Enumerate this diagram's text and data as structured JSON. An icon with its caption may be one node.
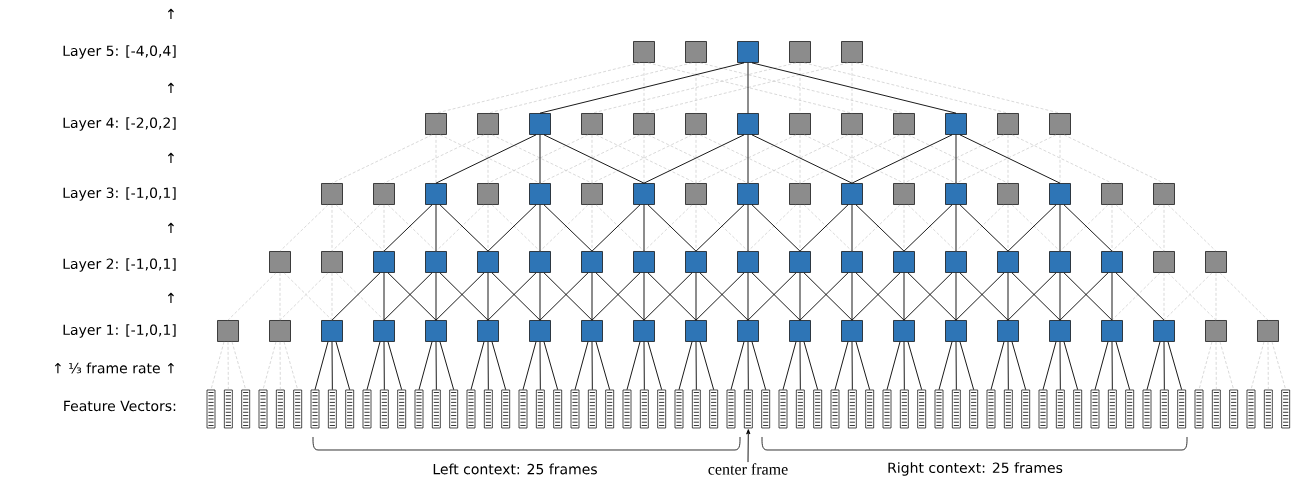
{
  "diagram": {
    "nodes": [
      {
        "text": [],
        "shape": "box"
      },
      {
        "text": [],
        "shape": "box"
      },
      {
        "text": [],
        "shape": "box"
      },
      {
        "text": [],
        "shape": "box"
      },
      {
        "text": [],
        "shape": "box"
      },
      {
        "text": [],
        "shape": "box"
      },
      {
        "text": [],
        "shape": "box"
      },
      {
        "text": [],
        "shape": "box"
      },
      {
        "text": [],
        "shape": "box"
      },
      {
        "text": [],
        "shape": "box"
      },
      {
        "text": [],
        "shape": "box"
      },
      {
        "text": [],
        "shape": "box"
      },
      {
        "text": [],
        "shape": "box"
      },
      {
        "text": [],
        "shape": "box"
      },
      {
        "text": [],
        "shape": "box"
      },
      {
        "text": [],
        "shape": "box"
      },
      {
        "text": [],
        "shape": "box"
      },
      {
        "text": [],
        "shape": "box"
      },
      {
        "text": [],
        "shape": "box"
      },
      {
        "text": [],
        "shape": "box"
      },
      {
        "text": [],
        "shape": "box"
      },
      {
        "text": [],
        "shape": "box"
      },
      {
        "text": [],
        "shape": "box"
      },
      {
        "text": [],
        "shape": "box"
      },
      {
        "text": [],
        "shape": "box"
      },
      {
        "text": [],
        "shape": "box"
      },
      {
        "text": [],
        "shape": "box"
      },
      {
        "text": [],
        "shape": "box"
      },
      {
        "text": [],
        "shape": "box"
      },
      {
        "text": [],
        "shape": "box"
      },
      {
        "text": [],
        "shape": "box"
      },
      {
        "text": [],
        "shape": "box"
      },
      {
        "text": [],
        "shape": "box"
      },
      {
        "text": [],
        "shape": "box"
      },
      {
        "text": [],
        "shape": "box"
      },
      {
        "text": [],
        "shape": "box"
      },
      {
        "text": [],
        "shape": "box"
      },
      {
        "text": [],
        "shape": "box"
      },
      {
        "text": [],
        "shape": "box"
      },
      {
        "text": [],
        "shape": "box"
      },
      {
        "text": [],
        "shape": "box"
      },
      {
        "text": [],
        "shape": "box"
      },
      {
        "text": [],
        "shape": "box"
      },
      {
        "text": [],
        "shape": "box"
      },
      {
        "text": [],
        "shape": "box"
      },
      {
        "text": [],
        "shape": "box"
      },
      {
        "text": [],
        "shape": "box"
      },
      {
        "text": [],
        "shape": "box"
      },
      {
        "text": [],
        "shape": "box"
      },
      {
        "text": [],
        "shape": "box"
      },
      {
        "text": [],
        "shape": "box"
      },
      {
        "text": [],
        "shape": "box"
      },
      {
        "text": [],
        "shape": "box"
      },
      {
        "text": [],
        "shape": "box"
      },
      {
        "text": [],
        "shape": "box"
      },
      {
        "text": [],
        "shape": "box"
      },
      {
        "text": [],
        "shape": "box"
      },
      {
        "text": [],
        "shape": "box"
      },
      {
        "text": [],
        "shape": "box"
      },
      {
        "text": [],
        "shape": "box"
      },
      {
        "text": [],
        "shape": "box"
      },
      {
        "text": [],
        "shape": "box"
      },
      {
        "text": [],
        "shape": "box"
      },
      {
        "text": [],
        "shape": "box"
      },
      {
        "text": [],
        "shape": "box"
      },
      {
        "text": [],
        "shape": "box"
      },
      {
        "text": [],
        "shape": "box"
      },
      {
        "text": [],
        "shape": "box"
      },
      {
        "text": [],
        "shape": "box"
      },
      {
        "text": [],
        "shape": "box"
      },
      {
        "text": [],
        "shape": "box"
      },
      {
        "text": [],
        "shape": "box"
      },
      {
        "text": [],
        "shape": "box"
      },
      {
        "text": [],
        "shape": "box"
      },
      {
        "text": [],
        "shape": "box"
      },
      {
        "text": [],
        "shape": "bar"
      },
      {
        "text": [],
        "shape": "bar"
      },
      {
        "text": [],
        "shape": "bar"
      },
      {
        "text": [],
        "shape": "bar"
      },
      {
        "text": [],
        "shape": "bar"
      },
      {
        "text": [],
        "shape": "bar"
      },
      {
        "text": [],
        "shape": "bar"
      },
      {
        "text": [],
        "shape": "bar"
      },
      {
        "text": [],
        "shape": "bar"
      },
      {
        "text": [],
        "shape": "bar"
      },
      {
        "text": [],
        "shape": "bar"
      },
      {
        "text": [],
        "shape": "bar"
      },
      {
        "text": [],
        "shape": "bar"
      },
      {
        "text": [],
        "shape": "bar"
      },
      {
        "text": [],
        "shape": "bar"
      },
      {
        "text": [],
        "shape": "bar"
      },
      {
        "text": [],
        "shape": "bar"
      },
      {
        "text": [],
        "shape": "bar"
      },
      {
        "text": [],
        "shape": "bar"
      },
      {
        "text": [],
        "shape": "bar"
      },
      {
        "text": [],
        "shape": "bar"
      },
      {
        "text": [],
        "shape": "bar"
      },
      {
        "text": [],
        "shape": "bar"
      },
      {
        "text": [],
        "shape": "bar"
      },
      {
        "text": [],
        "shape": "bar"
      },
      {
        "text": [],
        "shape": "bar"
      },
      {
        "text": [],
        "shape": "bar"
      },
      {
        "text": [],
        "shape": "bar"
      },
      {
        "text": [],
        "shape": "bar"
      },
      {
        "text": [],
        "shape": "bar"
      },
      {
        "text": [],
        "shape": "bar"
      },
      {
        "text": [],
        "shape": "bar"
      },
      {
        "text": [],
        "shape": "bar"
      },
      {
        "text": [],
        "shape": "bar"
      },
      {
        "text": [],
        "shape": "bar"
      },
      {
        "text": [],
        "shape": "bar"
      },
      {
        "text": [],
        "shape": "bar"
      },
      {
        "text": [],
        "shape": "bar"
      },
      {
        "text": [],
        "shape": "bar"
      },
      {
        "text": [],
        "shape": "bar"
      },
      {
        "text": [],
        "shape": "bar"
      },
      {
        "text": [],
        "shape": "bar"
      },
      {
        "text": [],
        "shape": "bar"
      },
      {
        "text": [],
        "shape": "bar"
      },
      {
        "text": [],
        "shape": "bar"
      },
      {
        "text": [],
        "shape": "bar"
      },
      {
        "text": [],
        "shape": "bar"
      },
      {
        "text": [],
        "shape": "bar"
      },
      {
        "text": [],
        "shape": "bar"
      },
      {
        "text": [],
        "shape": "bar"
      },
      {
        "text": [],
        "shape": "bar"
      },
      {
        "text": [],
        "shape": "bar"
      },
      {
        "text": [],
        "shape": "bar"
      },
      {
        "text": [],
        "shape": "bar"
      },
      {
        "text": [],
        "shape": "bar"
      },
      {
        "text": [],
        "shape": "bar"
      },
      {
        "text": [],
        "shape": "bar"
      },
      {
        "text": [],
        "shape": "bar"
      },
      {
        "text": [],
        "shape": "bar"
      },
      {
        "text": [],
        "shape": "bar"
      },
      {
        "text": [],
        "shape": "bar"
      },
      {
        "text": [],
        "shape": "bar"
      },
      {
        "text": [],
        "shape": "bar"
      },
      {
        "text": [
          "center frame"
        ]
      }
    ],
    "edges": [
      {
        "from": 0,
        "to": 5,
        "arrow": "none",
        "style": "dashed",
        "color": "#bfbfbf"
      },
      {
        "from": 0,
        "to": 9,
        "arrow": "none",
        "style": "dashed",
        "color": "#bfbfbf"
      },
      {
        "from": 0,
        "to": 13,
        "arrow": "none",
        "style": "dashed",
        "color": "#bfbfbf"
      },
      {
        "from": 1,
        "to": 6,
        "arrow": "none",
        "style": "dashed",
        "color": "#bfbfbf"
      },
      {
        "from": 1,
        "to": 10,
        "arrow": "none",
        "style": "dashed",
        "color": "#bfbfbf"
      },
      {
        "from": 1,
        "to": 14,
        "arrow": "none",
        "style": "dashed",
        "color": "#bfbfbf"
      },
      {
        "from": 2,
        "to": 7,
        "arrow": "none"
      },
      {
        "from": 2,
        "to": 11,
        "arrow": "none"
      },
      {
        "from": 2,
        "to": 15,
        "arrow": "none"
      },
      {
        "from": 3,
        "to": 8,
        "arrow": "none",
        "style": "dashed",
        "color": "#bfbfbf"
      },
      {
        "from": 3,
        "to": 12,
        "arrow": "none",
        "style": "dashed",
        "color": "#bfbfbf"
      },
      {
        "from": 3,
        "to": 16,
        "arrow": "none",
        "style": "dashed",
        "color": "#bfbfbf"
      },
      {
        "from": 4,
        "to": 9,
        "arrow": "none",
        "style": "dashed",
        "color": "#bfbfbf"
      },
      {
        "from": 4,
        "to": 13,
        "arrow": "none",
        "style": "dashed",
        "color": "#bfbfbf"
      },
      {
        "from": 4,
        "to": 17,
        "arrow": "none",
        "style": "dashed",
        "color": "#bfbfbf"
      },
      {
        "from": 5,
        "to": 18,
        "arrow": "none",
        "style": "dashed",
        "color": "#bfbfbf"
      },
      {
        "from": 5,
        "to": 20,
        "arrow": "none",
        "style": "dashed",
        "color": "#bfbfbf"
      },
      {
        "from": 5,
        "to": 22,
        "arrow": "none",
        "style": "dashed",
        "color": "#bfbfbf"
      },
      {
        "from": 6,
        "to": 19,
        "arrow": "none",
        "style": "dashed",
        "color": "#bfbfbf"
      },
      {
        "from": 6,
        "to": 21,
        "arrow": "none",
        "style": "dashed",
        "color": "#bfbfbf"
      },
      {
        "from": 6,
        "to": 23,
        "arrow": "none",
        "style": "dashed",
        "color": "#bfbfbf"
      },
      {
        "from": 7,
        "to": 20,
        "arrow": "none"
      },
      {
        "from": 7,
        "to": 22,
        "arrow": "none"
      },
      {
        "from": 7,
        "to": 24,
        "arrow": "none"
      },
      {
        "from": 8,
        "to": 21,
        "arrow": "none",
        "style": "dashed",
        "color": "#bfbfbf"
      },
      {
        "from": 8,
        "to": 23,
        "arrow": "none",
        "style": "dashed",
        "color": "#bfbfbf"
      },
      {
        "from": 8,
        "to": 25,
        "arrow": "none",
        "style": "dashed",
        "color": "#bfbfbf"
      },
      {
        "from": 9,
        "to": 22,
        "arrow": "none",
        "style": "dashed",
        "color": "#bfbfbf"
      },
      {
        "from": 9,
        "to": 24,
        "arrow": "none",
        "style": "dashed",
        "color": "#bfbfbf"
      },
      {
        "from": 9,
        "to": 26,
        "arrow": "none",
        "style": "dashed",
        "color": "#bfbfbf"
      },
      {
        "from": 10,
        "to": 23,
        "arrow": "none",
        "style": "dashed",
        "color": "#bfbfbf"
      },
      {
        "from": 10,
        "to": 25,
        "arrow": "none",
        "style": "dashed",
        "color": "#bfbfbf"
      },
      {
        "from": 10,
        "to": 27,
        "arrow": "none",
        "style": "dashed",
        "color": "#bfbfbf"
      },
      {
        "from": 11,
        "to": 24,
        "arrow": "none"
      },
      {
        "from": 11,
        "to": 26,
        "arrow": "none"
      },
      {
        "from": 11,
        "to": 28,
        "arrow": "none"
      },
      {
        "from": 12,
        "to": 25,
        "arrow": "none",
        "style": "dashed",
        "color": "#bfbfbf"
      },
      {
        "from": 12,
        "to": 27,
        "arrow": "none",
        "style": "dashed",
        "color": "#bfbfbf"
      },
      {
        "from": 12,
        "to": 29,
        "arrow": "none",
        "style": "dashed",
        "color": "#bfbfbf"
      },
      {
        "from": 13,
        "to": 26,
        "arrow": "none",
        "style": "dashed",
        "color": "#bfbfbf"
      },
      {
        "from": 13,
        "to": 28,
        "arrow": "none",
        "style": "dashed",
        "color": "#bfbfbf"
      },
      {
        "from": 13,
        "to": 30,
        "arrow": "none",
        "style": "dashed",
        "color": "#bfbfbf"
      },
      {
        "from": 14,
        "to": 27,
        "arrow": "none",
        "style": "dashed",
        "color": "#bfbfbf"
      },
      {
        "from": 14,
        "to": 29,
        "arrow": "none",
        "style": "dashed",
        "color": "#bfbfbf"
      },
      {
        "from": 14,
        "to": 31,
        "arrow": "none",
        "style": "dashed",
        "color": "#bfbfbf"
      },
      {
        "from": 15,
        "to": 28,
        "arrow": "none"
      },
      {
        "from": 15,
        "to": 30,
        "arrow": "none"
      },
      {
        "from": 15,
        "to": 32,
        "arrow": "none"
      },
      {
        "from": 16,
        "to": 29,
        "arrow": "none",
        "style": "dashed",
        "color": "#bfbfbf"
      },
      {
        "from": 16,
        "to": 31,
        "arrow": "none",
        "style": "dashed",
        "color": "#bfbfbf"
      },
      {
        "from": 16,
        "to": 33,
        "arrow": "none",
        "style": "dashed",
        "color": "#bfbfbf"
      },
      {
        "from": 17,
        "to": 30,
        "arrow": "none",
        "style": "dashed",
        "color": "#bfbfbf"
      },
      {
        "from": 17,
        "to": 32,
        "arrow": "none",
        "style": "dashed",
        "color": "#bfbfbf"
      },
      {
        "from": 17,
        "to": 34,
        "arrow": "none",
        "style": "dashed",
        "color": "#bfbfbf"
      },
      {
        "from": 18,
        "to": 35,
        "arrow": "none",
        "style": "dashed",
        "color": "#bfbfbf"
      },
      {
        "from": 18,
        "to": 36,
        "arrow": "none",
        "style": "dashed",
        "color": "#bfbfbf"
      },
      {
        "from": 18,
        "to": 37,
        "arrow": "none",
        "style": "dashed",
        "color": "#bfbfbf"
      },
      {
        "from": 19,
        "to": 36,
        "arrow": "none",
        "style": "dashed",
        "color": "#bfbfbf"
      },
      {
        "from": 19,
        "to": 37,
        "arrow": "none",
        "style": "dashed",
        "color": "#bfbfbf"
      },
      {
        "from": 19,
        "to": 38,
        "arrow": "none",
        "style": "dashed",
        "color": "#bfbfbf"
      },
      {
        "from": 20,
        "to": 37,
        "arrow": "none"
      },
      {
        "from": 20,
        "to": 38,
        "arrow": "none"
      },
      {
        "from": 20,
        "to": 39,
        "arrow": "none"
      },
      {
        "from": 21,
        "to": 38,
        "arrow": "none",
        "style": "dashed",
        "color": "#bfbfbf"
      },
      {
        "from": 21,
        "to": 39,
        "arrow": "none",
        "style": "dashed",
        "color": "#bfbfbf"
      },
      {
        "from": 21,
        "to": 40,
        "arrow": "none",
        "style": "dashed",
        "color": "#bfbfbf"
      },
      {
        "from": 22,
        "to": 39,
        "arrow": "none"
      },
      {
        "from": 22,
        "to": 40,
        "arrow": "none"
      },
      {
        "from": 22,
        "to": 41,
        "arrow": "none"
      },
      {
        "from": 23,
        "to": 40,
        "arrow": "none",
        "style": "dashed",
        "color": "#bfbfbf"
      },
      {
        "from": 23,
        "to": 41,
        "arrow": "none",
        "style": "dashed",
        "color": "#bfbfbf"
      },
      {
        "from": 23,
        "to": 42,
        "arrow": "none",
        "style": "dashed",
        "color": "#bfbfbf"
      },
      {
        "from": 24,
        "to": 41,
        "arrow": "none"
      },
      {
        "from": 24,
        "to": 42,
        "arrow": "none"
      },
      {
        "from": 24,
        "to": 43,
        "arrow": "none"
      },
      {
        "from": 25,
        "to": 42,
        "arrow": "none",
        "style": "dashed",
        "color": "#bfbfbf"
      },
      {
        "from": 25,
        "to": 43,
        "arrow": "none",
        "style": "dashed",
        "color": "#bfbfbf"
      },
      {
        "from": 25,
        "to": 44,
        "arrow": "none",
        "style": "dashed",
        "color": "#bfbfbf"
      },
      {
        "from": 26,
        "to": 43,
        "arrow": "none"
      },
      {
        "from": 26,
        "to": 44,
        "arrow": "none"
      },
      {
        "from": 26,
        "to": 45,
        "arrow": "none"
      },
      {
        "from": 27,
        "to": 44,
        "arrow": "none",
        "style": "dashed",
        "color": "#bfbfbf"
      },
      {
        "from": 27,
        "to": 45,
        "arrow": "none",
        "style": "dashed",
        "color": "#bfbfbf"
      },
      {
        "from": 27,
        "to": 46,
        "arrow": "none",
        "style": "dashed",
        "color": "#bfbfbf"
      },
      {
        "from": 28,
        "to": 45,
        "arrow": "none"
      },
      {
        "from": 28,
        "to": 46,
        "arrow": "none"
      },
      {
        "from": 28,
        "to": 47,
        "arrow": "none"
      },
      {
        "from": 29,
        "to": 46,
        "arrow": "none",
        "style": "dashed",
        "color": "#bfbfbf"
      },
      {
        "from": 29,
        "to": 47,
        "arrow": "none",
        "style": "dashed",
        "color": "#bfbfbf"
      },
      {
        "from": 29,
        "to": 48,
        "arrow": "none",
        "style": "dashed",
        "color": "#bfbfbf"
      },
      {
        "from": 30,
        "to": 47,
        "arrow": "none"
      },
      {
        "from": 30,
        "to": 48,
        "arrow": "none"
      },
      {
        "from": 30,
        "to": 49,
        "arrow": "none"
      },
      {
        "from": 31,
        "to": 48,
        "arrow": "none",
        "style": "dashed",
        "color": "#bfbfbf"
      },
      {
        "from": 31,
        "to": 49,
        "arrow": "none",
        "style": "dashed",
        "color": "#bfbfbf"
      },
      {
        "from": 31,
        "to": 50,
        "arrow": "none",
        "style": "dashed",
        "color": "#bfbfbf"
      },
      {
        "from": 32,
        "to": 49,
        "arrow": "none"
      },
      {
        "from": 32,
        "to": 50,
        "arrow": "none"
      },
      {
        "from": 32,
        "to": 51,
        "arrow": "none"
      },
      {
        "from": 33,
        "to": 50,
        "arrow": "none",
        "style": "dashed",
        "color": "#bfbfbf"
      },
      {
        "from": 33,
        "to": 51,
        "arrow": "none",
        "style": "dashed",
        "color": "#bfbfbf"
      },
      {
        "from": 33,
        "to": 52,
        "arrow": "none",
        "style": "dashed",
        "color": "#bfbfbf"
      },
      {
        "from": 34,
        "to": 51,
        "arrow": "none",
        "style": "dashed",
        "color": "#bfbfbf"
      },
      {
        "from": 34,
        "to": 52,
        "arrow": "none",
        "style": "dashed",
        "color": "#bfbfbf"
      },
      {
        "from": 34,
        "to": 53,
        "arrow": "none",
        "style": "dashed",
        "color": "#bfbfbf"
      },
      {
        "from": 35,
        "to": 54,
        "arrow": "none",
        "style": "dashed",
        "color": "#bfbfbf"
      },
      {
        "from": 35,
        "to": 55,
        "arrow": "none",
        "style": "dashed",
        "color": "#bfbfbf"
      },
      {
        "from": 35,
        "to": 56,
        "arrow": "none",
        "style": "dashed",
        "color": "#bfbfbf"
      },
      {
        "from": 36,
        "to": 55,
        "arrow": "none",
        "style": "dashed",
        "color": "#bfbfbf"
      },
      {
        "from": 36,
        "to": 56,
        "arrow": "none",
        "style": "dashed",
        "color": "#bfbfbf"
      },
      {
        "from": 36,
        "to": 57,
        "arrow": "none",
        "style": "dashed",
        "color": "#bfbfbf"
      },
      {
        "from": 37,
        "to": 56,
        "arrow": "none"
      },
      {
        "from": 37,
        "to": 57,
        "arrow": "none"
      },
      {
        "from": 37,
        "to": 58,
        "arrow": "none"
      },
      {
        "from": 38,
        "to": 57,
        "arrow": "none"
      },
      {
        "from": 38,
        "to": 58,
        "arrow": "none"
      },
      {
        "from": 38,
        "to": 59,
        "arrow": "none"
      },
      {
        "from": 39,
        "to": 58,
        "arrow": "none"
      },
      {
        "from": 39,
        "to": 59,
        "arrow": "none"
      },
      {
        "from": 39,
        "to": 60,
        "arrow": "none"
      },
      {
        "from": 40,
        "to": 59,
        "arrow": "none"
      },
      {
        "from": 40,
        "to": 60,
        "arrow": "none"
      },
      {
        "from": 40,
        "to": 61,
        "arrow": "none"
      },
      {
        "from": 41,
        "to": 60,
        "arrow": "none"
      },
      {
        "from": 41,
        "to": 61,
        "arrow": "none"
      },
      {
        "from": 41,
        "to": 62,
        "arrow": "none"
      },
      {
        "from": 42,
        "to": 61,
        "arrow": "none"
      },
      {
        "from": 42,
        "to": 62,
        "arrow": "none"
      },
      {
        "from": 42,
        "to": 63,
        "arrow": "none"
      },
      {
        "from": 43,
        "to": 62,
        "arrow": "none"
      },
      {
        "from": 43,
        "to": 63,
        "arrow": "none"
      },
      {
        "from": 43,
        "to": 64,
        "arrow": "none"
      },
      {
        "from": 44,
        "to": 63,
        "arrow": "none"
      },
      {
        "from": 44,
        "to": 64,
        "arrow": "none"
      },
      {
        "from": 44,
        "to": 65,
        "arrow": "none"
      },
      {
        "from": 45,
        "to": 64,
        "arrow": "none"
      },
      {
        "from": 45,
        "to": 65,
        "arrow": "none"
      },
      {
        "from": 45,
        "to": 66,
        "arrow": "none"
      },
      {
        "from": 46,
        "to": 65,
        "arrow": "none"
      },
      {
        "from": 46,
        "to": 66,
        "arrow": "none"
      },
      {
        "from": 46,
        "to": 67,
        "arrow": "none"
      },
      {
        "from": 47,
        "to": 66,
        "arrow": "none"
      },
      {
        "from": 47,
        "to": 67,
        "arrow": "none"
      },
      {
        "from": 47,
        "to": 68,
        "arrow": "none"
      },
      {
        "from": 48,
        "to": 67,
        "arrow": "none"
      },
      {
        "from": 48,
        "to": 68,
        "arrow": "none"
      },
      {
        "from": 48,
        "to": 69,
        "arrow": "none"
      },
      {
        "from": 49,
        "to": 68,
        "arrow": "none"
      },
      {
        "from": 49,
        "to": 69,
        "arrow": "none"
      },
      {
        "from": 49,
        "to": 70,
        "arrow": "none"
      },
      {
        "from": 50,
        "to": 69,
        "arrow": "none"
      },
      {
        "from": 50,
        "to": 70,
        "arrow": "none"
      },
      {
        "from": 50,
        "to": 71,
        "arrow": "none"
      },
      {
        "from": 51,
        "to": 70,
        "arrow": "none"
      },
      {
        "from": 51,
        "to": 71,
        "arrow": "none"
      },
      {
        "from": 51,
        "to": 72,
        "arrow": "none"
      },
      {
        "from": 52,
        "to": 71,
        "arrow": "none",
        "style": "dashed",
        "color": "#bfbfbf"
      },
      {
        "from": 52,
        "to": 72,
        "arrow": "none",
        "style": "dashed",
        "color": "#bfbfbf"
      },
      {
        "from": 52,
        "to": 73,
        "arrow": "none",
        "style": "dashed",
        "color": "#bfbfbf"
      },
      {
        "from": 53,
        "to": 72,
        "arrow": "none",
        "style": "dashed",
        "color": "#bfbfbf"
      },
      {
        "from": 53,
        "to": 73,
        "arrow": "none",
        "style": "dashed",
        "color": "#bfbfbf"
      },
      {
        "from": 53,
        "to": 74,
        "arrow": "none",
        "style": "dashed",
        "color": "#bfbfbf"
      },
      {
        "from": 54,
        "to": 75,
        "arrow": "none",
        "style": "dashed",
        "color": "#bfbfbf"
      },
      {
        "from": 54,
        "to": 76,
        "arrow": "none",
        "style": "dashed",
        "color": "#bfbfbf"
      },
      {
        "from": 54,
        "to": 77,
        "arrow": "none",
        "style": "dashed",
        "color": "#bfbfbf"
      },
      {
        "from": 55,
        "to": 78,
        "arrow": "none",
        "style": "dashed",
        "color": "#bfbfbf"
      },
      {
        "from": 55,
        "to": 79,
        "arrow": "none",
        "style": "dashed",
        "color": "#bfbfbf"
      },
      {
        "from": 55,
        "to": 80,
        "arrow": "none",
        "style": "dashed",
        "color": "#bfbfbf"
      },
      {
        "from": 56,
        "to": 81,
        "arrow": "none"
      },
      {
        "from": 56,
        "to": 82,
        "arrow": "none"
      },
      {
        "from": 56,
        "to": 83,
        "arrow": "none"
      },
      {
        "from": 57,
        "to": 84,
        "arrow": "none"
      },
      {
        "from": 57,
        "to": 85,
        "arrow": "none"
      },
      {
        "from": 57,
        "to": 86,
        "arrow": "none"
      },
      {
        "from": 58,
        "to": 87,
        "arrow": "none"
      },
      {
        "from": 58,
        "to": 88,
        "arrow": "none"
      },
      {
        "from": 58,
        "to": 89,
        "arrow": "none"
      },
      {
        "from": 59,
        "to": 90,
        "arrow": "none"
      },
      {
        "from": 59,
        "to": 91,
        "arrow": "none"
      },
      {
        "from": 59,
        "to": 92,
        "arrow": "none"
      },
      {
        "from": 60,
        "to": 93,
        "arrow": "none"
      },
      {
        "from": 60,
        "to": 94,
        "arrow": "none"
      },
      {
        "from": 60,
        "to": 95,
        "arrow": "none"
      },
      {
        "from": 61,
        "to": 96,
        "arrow": "none"
      },
      {
        "from": 61,
        "to": 97,
        "arrow": "none"
      },
      {
        "from": 61,
        "to": 98,
        "arrow": "none"
      },
      {
        "from": 62,
        "to": 99,
        "arrow": "none"
      },
      {
        "from": 62,
        "to": 100,
        "arrow": "none"
      },
      {
        "from": 62,
        "to": 101,
        "arrow": "none"
      },
      {
        "from": 63,
        "to": 102,
        "arrow": "none"
      },
      {
        "from": 63,
        "to": 103,
        "arrow": "none"
      },
      {
        "from": 63,
        "to": 104,
        "arrow": "none"
      },
      {
        "from": 64,
        "to": 105,
        "arrow": "none"
      },
      {
        "from": 64,
        "to": 106,
        "arrow": "none"
      },
      {
        "from": 64,
        "to": 107,
        "arrow": "none"
      },
      {
        "from": 65,
        "to": 108,
        "arrow": "none"
      },
      {
        "from": 65,
        "to": 109,
        "arrow": "none"
      },
      {
        "from": 65,
        "to": 110,
        "arrow": "none"
      },
      {
        "from": 66,
        "to": 111,
        "arrow": "none"
      },
      {
        "from": 66,
        "to": 112,
        "arrow": "none"
      },
      {
        "from": 66,
        "to": 113,
        "arrow": "none"
      },
      {
        "from": 67,
        "to": 114,
        "arrow": "none"
      },
      {
        "from": 67,
        "to": 115,
        "arrow": "none"
      },
      {
        "from": 67,
        "to": 116,
        "arrow": "none"
      },
      {
        "from": 68,
        "to": 117,
        "arrow": "none"
      },
      {
        "from": 68,
        "to": 118,
        "arrow": "none"
      },
      {
        "from": 68,
        "to": 119,
        "arrow": "none"
      },
      {
        "from": 69,
        "to": 120,
        "arrow": "none"
      },
      {
        "from": 69,
        "to": 121,
        "arrow": "none"
      },
      {
        "from": 69,
        "to": 122,
        "arrow": "none"
      },
      {
        "from": 70,
        "to": 123,
        "arrow": "none"
      },
      {
        "from": 70,
        "to": 124,
        "arrow": "none"
      },
      {
        "from": 70,
        "to": 125,
        "arrow": "none"
      },
      {
        "from": 71,
        "to": 126,
        "arrow": "none"
      },
      {
        "from": 71,
        "to": 127,
        "arrow": "none"
      },
      {
        "from": 71,
        "to": 128,
        "arrow": "none"
      },
      {
        "from": 72,
        "to": 129,
        "arrow": "none"
      },
      {
        "from": 72,
        "to": 130,
        "arrow": "none"
      },
      {
        "from": 72,
        "to": 131,
        "arrow": "none"
      },
      {
        "from": 73,
        "to": 132,
        "arrow": "none",
        "style": "dashed",
        "color": "#bfbfbf"
      },
      {
        "from": 73,
        "to": 133,
        "arrow": "none",
        "style": "dashed",
        "color": "#bfbfbf"
      },
      {
        "from": 73,
        "to": 134,
        "arrow": "none",
        "style": "dashed",
        "color": "#bfbfbf"
      },
      {
        "from": 74,
        "to": 135,
        "arrow": "none",
        "style": "dashed",
        "color": "#bfbfbf"
      },
      {
        "from": 74,
        "to": 136,
        "arrow": "none",
        "style": "dashed",
        "color": "#bfbfbf"
      },
      {
        "from": 74,
        "to": 137,
        "arrow": "none",
        "style": "dashed",
        "color": "#bfbfbf"
      },
      {
        "from": 138,
        "to": 106,
        "arrow": "to"
      }
    ],
    "labels": [
      "↑",
      "Layer 5: [-4,0,4]",
      "↑",
      "Layer 4: [-2,0,2]",
      "↑",
      "Layer 3: [-1,0,1]",
      "↑",
      "Layer 2: [-1,0,1]",
      "↑",
      "Layer 1: [-1,0,1]",
      "↑ ⅓ frame rate ↑",
      "Feature Vectors:",
      "Left context: 25 frames",
      "Right context: 25 frames"
    ]
  }
}
